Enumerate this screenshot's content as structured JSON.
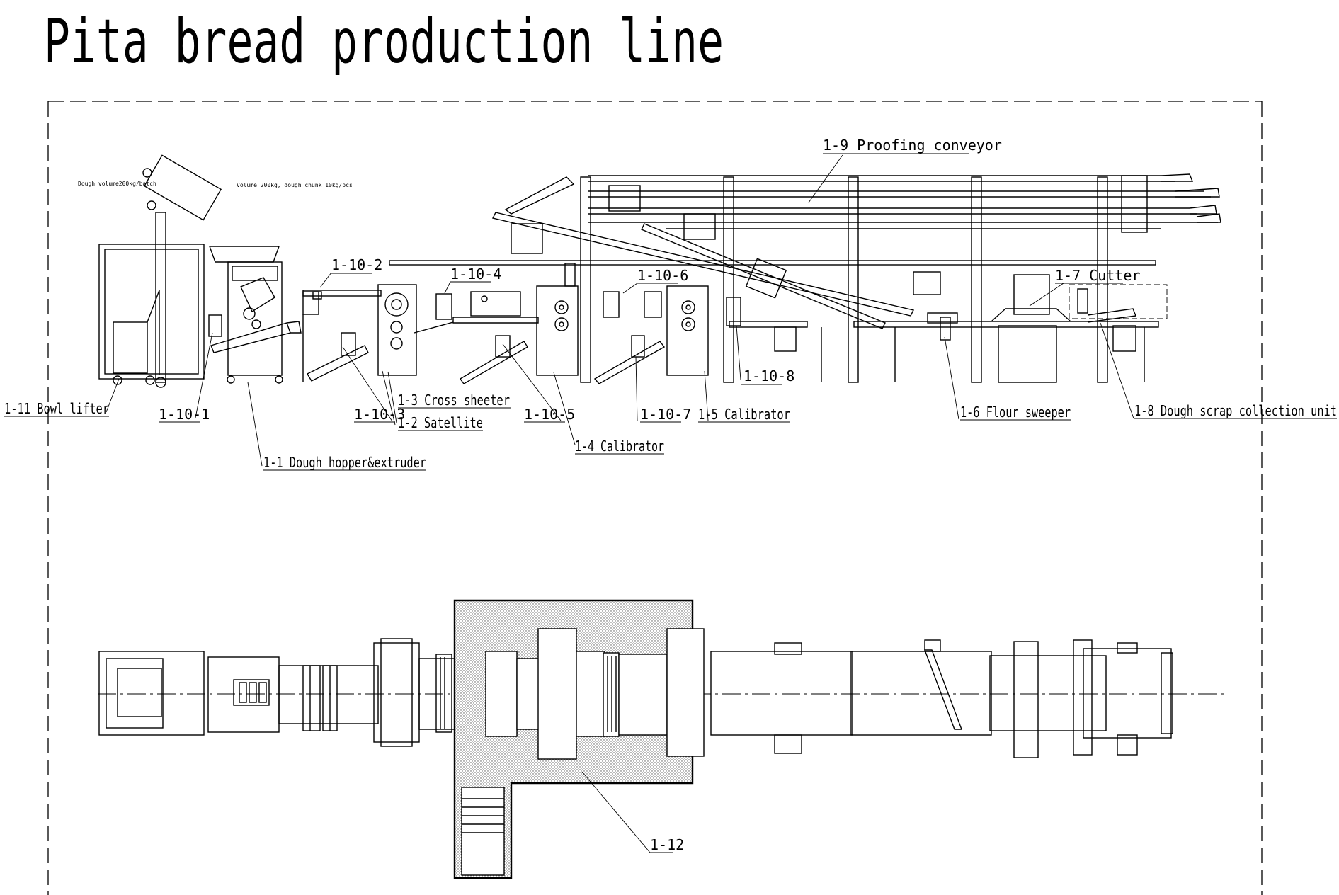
{
  "title": "Pita bread production line",
  "notes": {
    "dough_volume": "Dough volume200kg/batch",
    "volume_chunk": "Volume 200kg, dough chunk 10kg/pcs"
  },
  "labels": {
    "l1_9": "1-9 Proofing  conveyor",
    "l1_7": "1-7 Cutter",
    "l1_10_2": "1-10-2",
    "l1_10_4": "1-10-4",
    "l1_10_6": "1-10-6",
    "l1_10_8": "1-10-8",
    "l1_11": "1-11 Bowl lifter",
    "l1_10_1": "1-10-1",
    "l1_3": "1-3 Cross sheeter",
    "l1_10_3": "1-10-3",
    "l1_2": "1-2 Satellite",
    "l1_10_5": "1-10-5",
    "l1_10_7": "1-10-7",
    "l1_5": "1-5 Calibrator",
    "l1_6": "1-6 Flour sweeper",
    "l1_8": "1-8 Dough scrap collection unit",
    "l1_4": "1-4 Calibrator",
    "l1_1": "1-1 Dough hopper&extruder",
    "l1_12": "1-12"
  }
}
